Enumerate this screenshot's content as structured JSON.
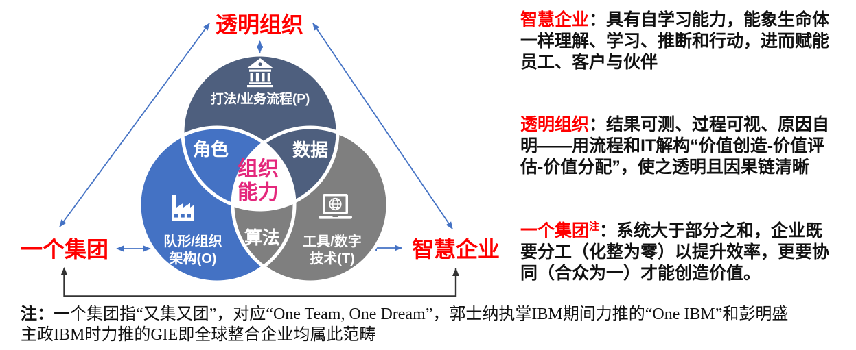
{
  "colors": {
    "process_slate": "#4E5F7E",
    "organization_blue": "#4472C4",
    "technology_gray": "#7F7F7F",
    "center_magenta": "#E4287C",
    "label_red": "#FF0000",
    "arrow_blue": "#4472C4",
    "arrow_black": "#333333"
  },
  "diagram": {
    "corner_labels": {
      "top": "透明组织",
      "bottom_left": "一个集团",
      "bottom_right": "智慧企业"
    },
    "circles": {
      "process": {
        "icon": "bank-icon",
        "label": "打法/业务流程(P)"
      },
      "organization": {
        "icon": "factory-icon",
        "label_line1": "队形/组织",
        "label_line2": "架构(O)"
      },
      "technology": {
        "icon": "laptop-icon",
        "label_line1": "工具/数字",
        "label_line2": "技术(T)"
      }
    },
    "overlaps": {
      "top_left": "角色",
      "top_right": "数据",
      "bottom": "算法"
    },
    "center": {
      "line1": "组织",
      "line2": "能力"
    }
  },
  "annotations": [
    {
      "heading": "智慧企业",
      "lines": [
        "：具有自学习能力，能象生命体",
        "一样理解、学习、推断和行动，进而赋能",
        "员工、客户与伙伴"
      ]
    },
    {
      "heading": "透明组织",
      "lines": [
        "：结果可测、过程可视、原因自",
        "明——用流程和IT解构“价值创造-价值评",
        "估-价值分配”，使之透明且因果链清晰"
      ]
    },
    {
      "heading": "一个集团",
      "sup": "注",
      "lines": [
        "：系统大于部分之和，企业既",
        "要分工（化整为零）以提升效率，更要协",
        "同（合众为一）才能创造价值。"
      ]
    }
  ],
  "footnote": {
    "prefix": "注：",
    "line1": "一个集团指“又集又团”，对应“One Team, One Dream”，郭士纳执掌IBM期间力推的“One IBM”和彭明盛",
    "line2": "主政IBM时力推的GIE即全球整合企业均属此范畴"
  }
}
